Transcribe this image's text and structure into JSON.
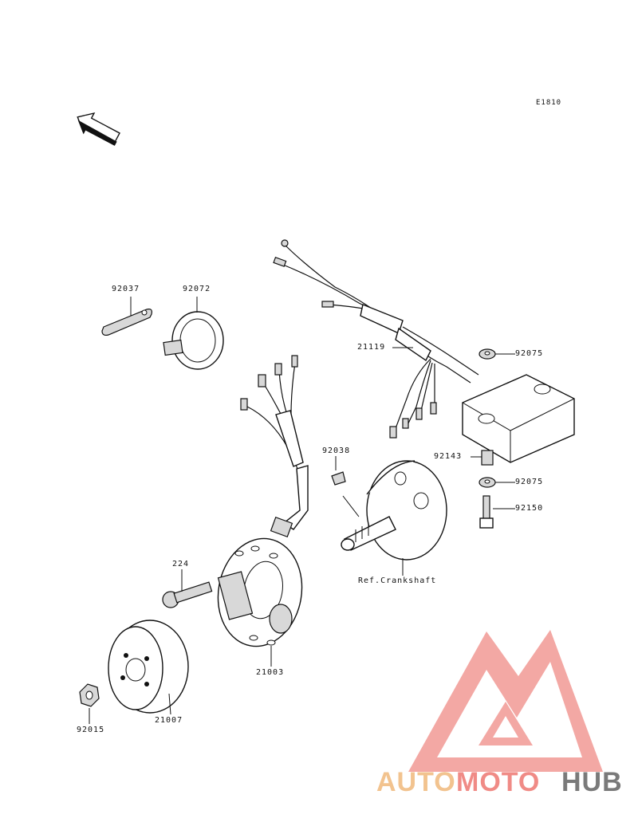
{
  "diagram_code": "E1810",
  "front_label": "FRONT",
  "parts": {
    "p92037": "92037",
    "p92072": "92072",
    "p21119": "21119",
    "p92075a": "92075",
    "p92038": "92038",
    "p92143": "92143",
    "p92075b": "92075",
    "p92150": "92150",
    "p224": "224",
    "ref_crankshaft": "Ref.Crankshaft",
    "p21003": "21003",
    "p92015": "92015",
    "p21007": "21007"
  },
  "watermark": {
    "part1": "AUTO",
    "part2": "MOTO",
    "part3": "HUB",
    "color1": "#f2c38f",
    "color2": "#f08b86",
    "color3": "#7a7a7a"
  }
}
